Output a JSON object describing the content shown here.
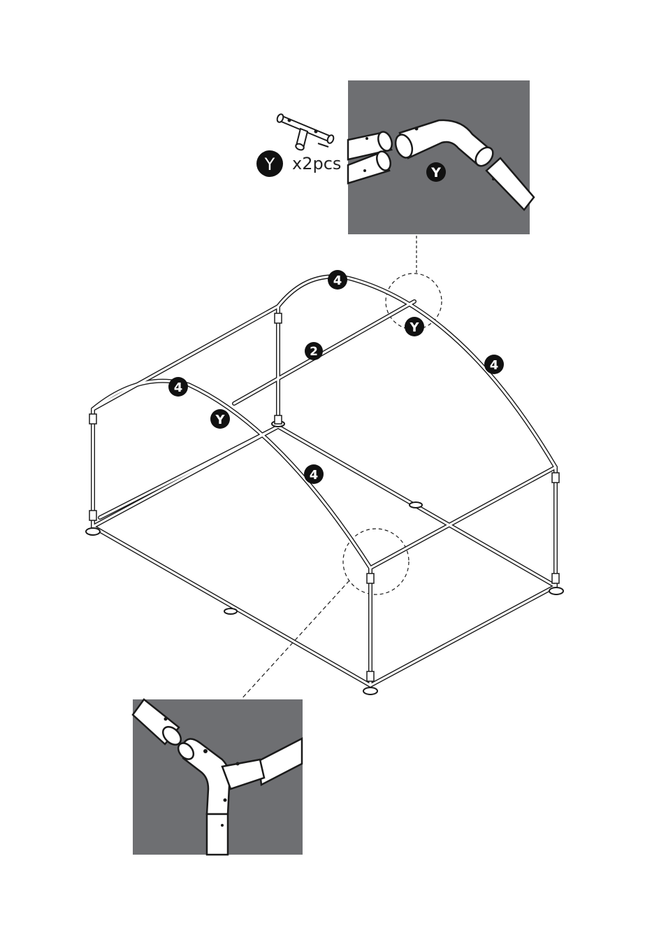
{
  "part_legend": {
    "part_letter": "Y",
    "quantity": "x2pcs"
  },
  "detail_top": {
    "part_label": "Y"
  },
  "frame_labels": {
    "arch_back_top": "4",
    "arch_back_right": "4",
    "arch_front_top": "4",
    "arch_front_lower": "4",
    "ridge": "2",
    "connector_back": "Y",
    "connector_front": "Y"
  },
  "colors": {
    "detail_background": "#6e6f72",
    "line": "#1a1a1a",
    "badge": "#111111",
    "pipe": "#ffffff"
  }
}
